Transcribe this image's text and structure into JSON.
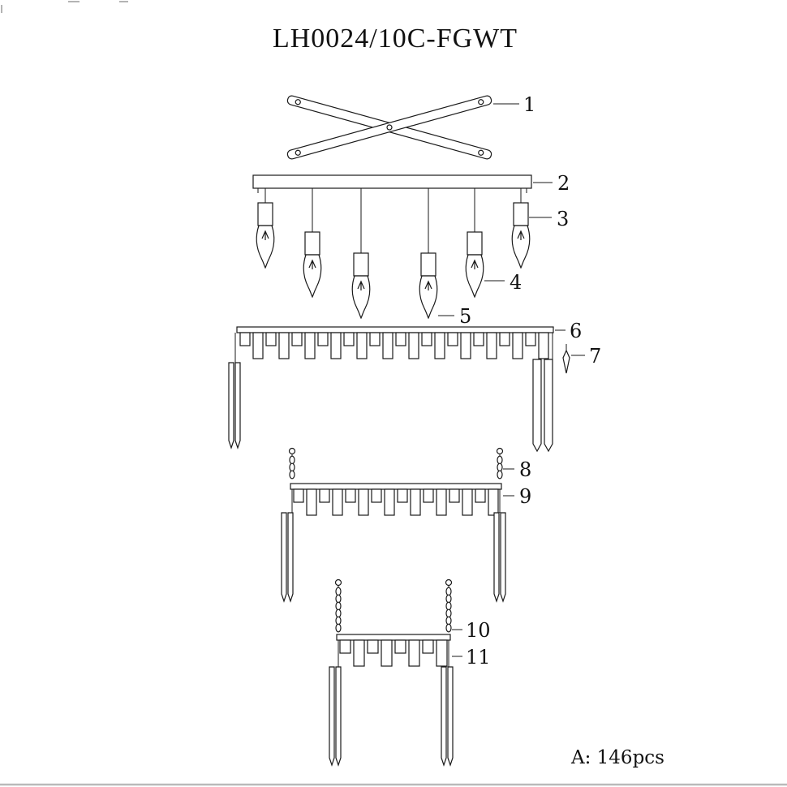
{
  "title": "LH0024/10C-FGWT",
  "footer": "A: 146pcs",
  "part_labels": [
    "1",
    "2",
    "3",
    "4",
    "5",
    "6",
    "7",
    "8",
    "9",
    "10",
    "11"
  ]
}
